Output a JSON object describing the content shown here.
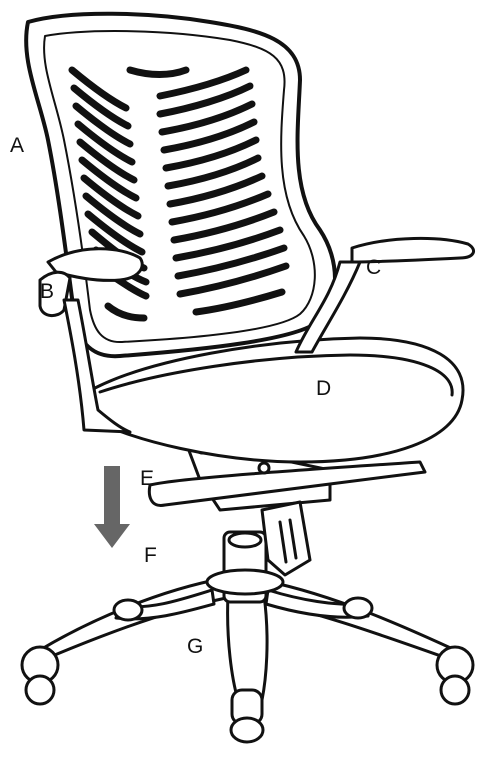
{
  "labels": {
    "a": "A",
    "b": "B",
    "c": "C",
    "d": "D",
    "e": "E",
    "f": "F",
    "g": "G"
  },
  "colors": {
    "line": "#111111",
    "arrow": "#666666",
    "fill": "#ffffff"
  },
  "icons": {
    "direction": "down-arrow-icon"
  }
}
